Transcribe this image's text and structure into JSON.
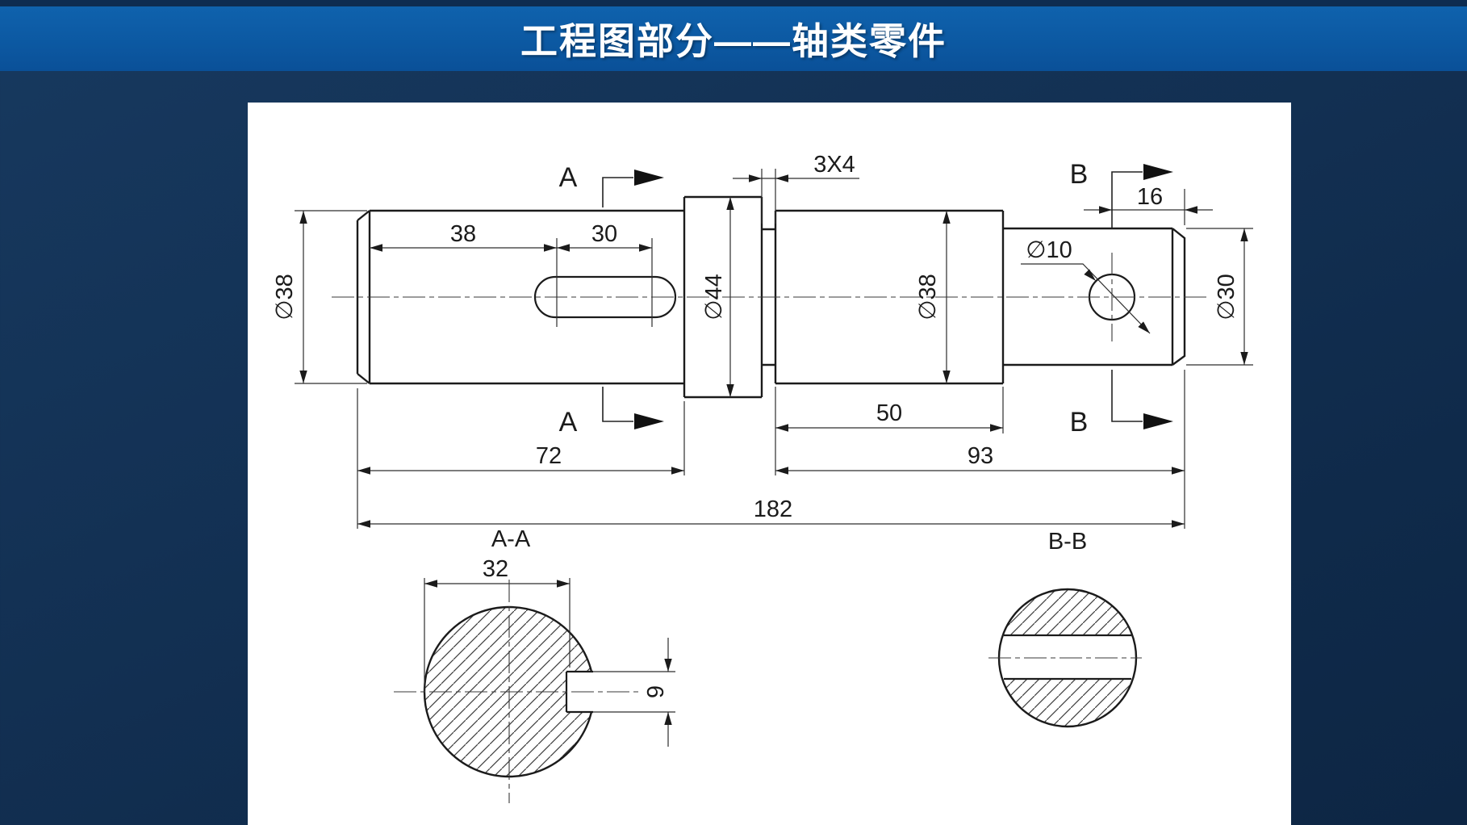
{
  "title": "工程图部分——轴类零件",
  "colors": {
    "header_blue": "#0c58a1",
    "background_navy": "#112f52",
    "panel_white": "#ffffff",
    "line_black": "#1b1b1b"
  },
  "front_view": {
    "dia_left_section": "∅38",
    "keyway_offset": "38",
    "keyway_length": "30",
    "dia_collar": "∅44",
    "relief_groove": "3X4",
    "dia_mid_section": "∅38",
    "hole_dia": "∅10",
    "hole_to_end": "16",
    "dia_end_section": "∅30",
    "mid_length": "50",
    "left_length": "72",
    "right_length": "93",
    "total_length": "182",
    "section_a": "A",
    "section_b": "B"
  },
  "section_views": {
    "aa_label": "A-A",
    "aa_across_flat": "32",
    "aa_keyway_width": "9",
    "bb_label": "B-B"
  }
}
